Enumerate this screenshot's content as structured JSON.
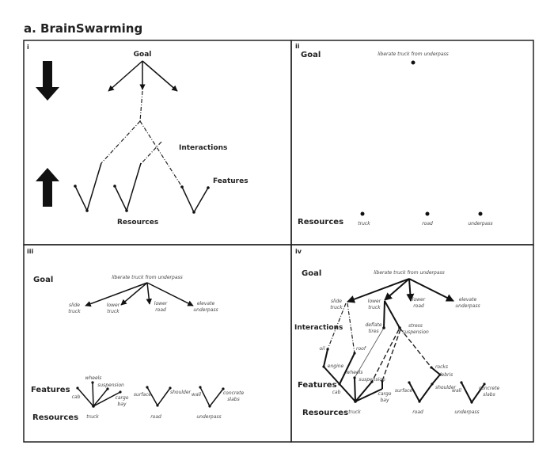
{
  "title": "a. BrainSwarming",
  "panel_i": {
    "label": "i",
    "goal": "Goal",
    "interactions": "Interactions",
    "features": "Features",
    "resources": "Resources"
  },
  "panel_ii": {
    "label": "ii",
    "goal": "Goal",
    "resources": "Resources",
    "goal_text": "liberate truck from underpass",
    "resource_items": [
      "truck",
      "road",
      "underpass"
    ]
  },
  "panel_iii": {
    "label": "iii",
    "goal": "Goal",
    "features": "Features",
    "resources": "Resources",
    "goal_text": "liberate truck from underpass",
    "subgoals": [
      [
        "slide",
        "truck"
      ],
      [
        "lower",
        "truck"
      ],
      [
        "lower",
        "road"
      ],
      [
        "elevate",
        "underpass"
      ]
    ],
    "resource_items": [
      "truck",
      "road",
      "underpass"
    ],
    "features_truck": [
      "cab",
      "wheels",
      "suspension",
      [
        "cargo",
        "bay"
      ]
    ],
    "features_road": [
      "surface",
      "shoulder"
    ],
    "features_underpass": [
      "wall",
      [
        "concrete",
        "slabs"
      ]
    ]
  },
  "panel_iv": {
    "label": "iv",
    "goal": "Goal",
    "interactions": "Interactions",
    "features": "Features",
    "resources": "Resources",
    "goal_text": "liberate truck from underpass",
    "subgoals": [
      [
        "slide",
        "truck"
      ],
      [
        "lower",
        "truck"
      ],
      [
        "lower",
        "road"
      ],
      [
        "elevate",
        "underpass"
      ]
    ],
    "interaction_items": [
      [
        "deflate",
        "tires"
      ],
      [
        "stress",
        "suspension"
      ]
    ],
    "intermediate": [
      "oil",
      "roof",
      "engine",
      "rocks",
      "debris"
    ],
    "resource_items": [
      "truck",
      "road",
      "underpass"
    ],
    "features_truck": [
      "cab",
      "wheels",
      "suspension",
      [
        "cargo",
        "bay"
      ]
    ],
    "features_road": [
      "surface",
      "shoulder"
    ],
    "features_underpass": [
      "wall",
      [
        "concrete",
        "slabs"
      ]
    ]
  }
}
